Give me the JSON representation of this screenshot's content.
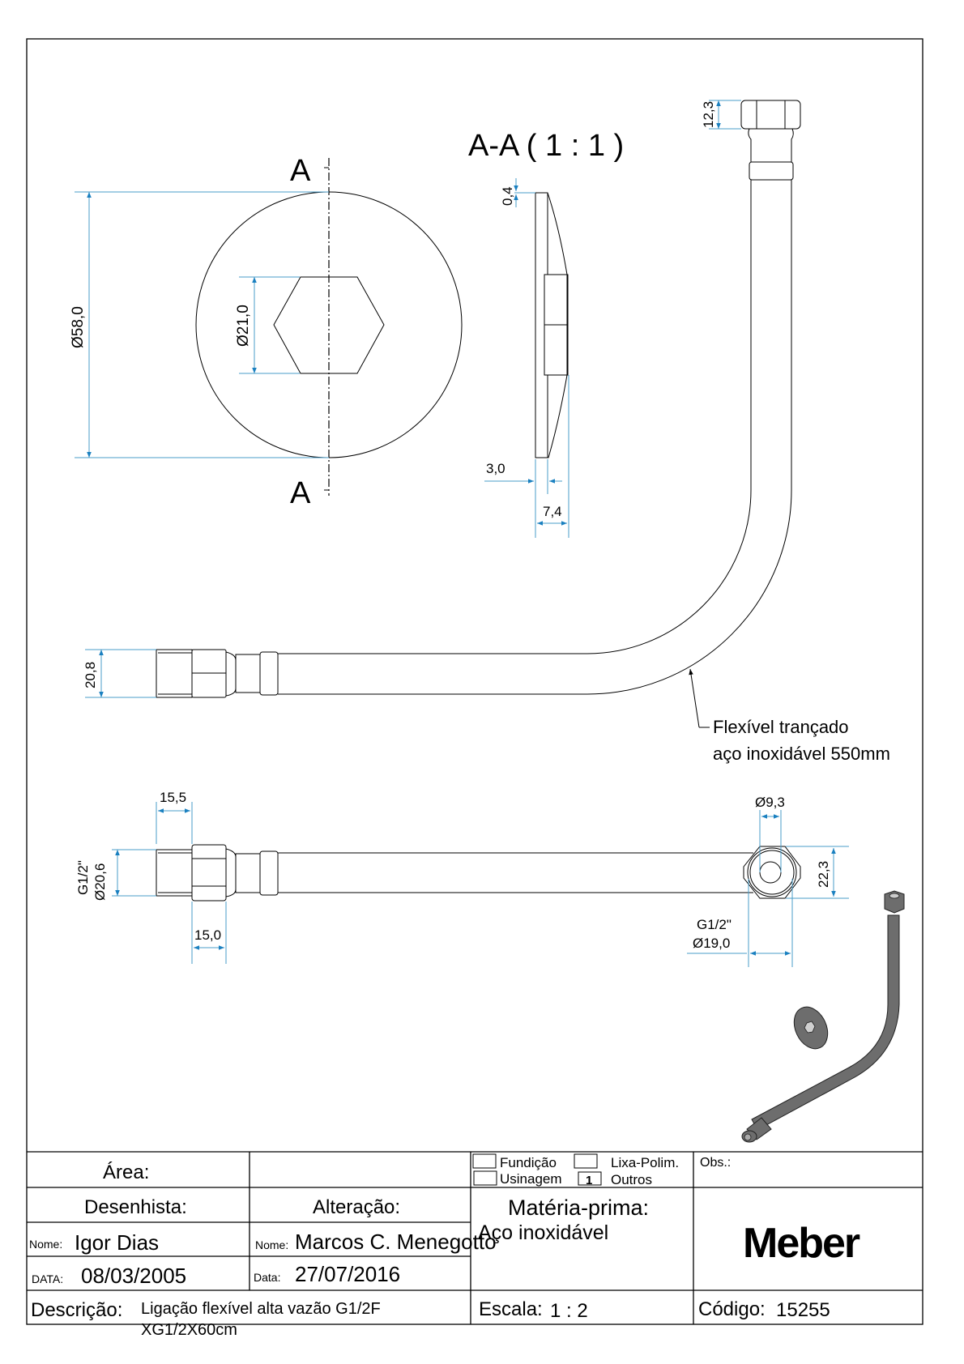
{
  "drawing": {
    "section_label": "A",
    "section_title": "A-A ( 1 : 1 )",
    "dimensions": {
      "plate_diameter": "Ø58,0",
      "hex_diameter": "Ø21,0",
      "section_top": "0,4",
      "section_thickness": "3,0",
      "section_depth": "7,4",
      "top_nut_height": "12,3",
      "hose_end_height": "20,8",
      "fitting_length": "15,5",
      "hex_length": "15,0",
      "thread_spec_left": "G1/2\"",
      "thread_diameter_left": "Ø20,6",
      "bore_diameter": "Ø9,3",
      "hex_across_flats": "22,3",
      "thread_spec_right": "G1/2\"",
      "thread_diameter_right": "Ø19,0"
    },
    "annotation": {
      "line1": "Flexível trançado",
      "line2": "aço inoxidável 550mm"
    }
  },
  "title_block": {
    "area_label": "Área:",
    "area_value": "",
    "process_options": [
      {
        "label": "Fundição",
        "mark": ""
      },
      {
        "label": "Lixa-Polim.",
        "mark": ""
      },
      {
        "label": "Usinagem",
        "mark": ""
      },
      {
        "label": "Outros",
        "mark": "1"
      }
    ],
    "obs_label": "Obs.:",
    "designer_label": "Desenhista:",
    "change_label": "Alteração:",
    "name_label_1": "Nome:",
    "designer_name": "Igor Dias",
    "name_label_2": "Nome:",
    "change_name": "Marcos C. Menegotto",
    "date_label_1": "DATA:",
    "designer_date": "08/03/2005",
    "date_label_2": "Data:",
    "change_date": "27/07/2016",
    "material_label": "Matéria-prima:",
    "material_value": "Aço inoxidável",
    "logo_text": "Meber",
    "description_label": "Descrição:",
    "description_line1": "Ligação flexível alta vazão G1/2F",
    "description_line2": "XG1/2X60cm",
    "scale_label": "Escala:",
    "scale_value": "1 : 2",
    "code_label": "Código:",
    "code_value": "15255"
  }
}
